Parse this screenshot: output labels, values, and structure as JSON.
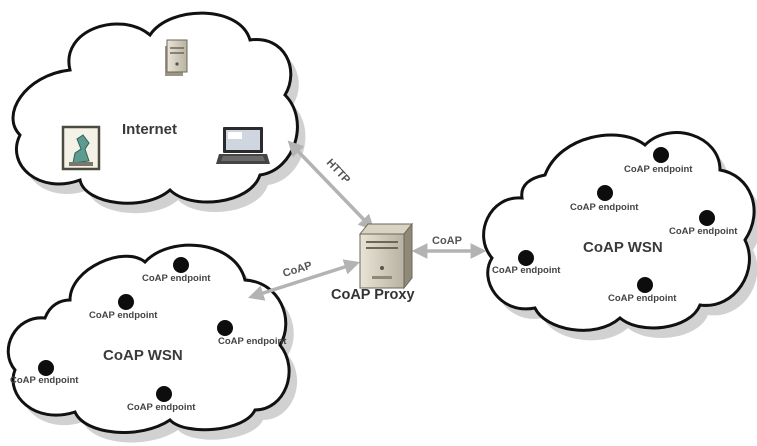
{
  "colors": {
    "cloud_fill": "#ffffff",
    "cloud_stroke": "#111111",
    "shadow": "#bdbdbd",
    "link_arrow": "#b3b3b3",
    "endpoint_dot": "#0d0d0d",
    "text": "#3a3a3a"
  },
  "internet": {
    "label": "Internet",
    "icons": [
      "server-icon",
      "robot-arm-picture-icon",
      "laptop-icon"
    ]
  },
  "proxy": {
    "label": "CoAP Proxy",
    "icon": "server-icon"
  },
  "links": {
    "internet_to_proxy": "HTTP",
    "proxy_to_right_wsn": "CoAP",
    "proxy_to_left_wsn": "CoAP"
  },
  "wsn_right": {
    "label": "CoAP WSN",
    "endpoints": [
      "CoAP endpoint",
      "CoAP endpoint",
      "CoAP endpoint",
      "CoAP endpoint",
      "CoAP endpoint"
    ]
  },
  "wsn_left": {
    "label": "CoAP WSN",
    "endpoints": [
      "CoAP endpoint",
      "CoAP endpoint",
      "CoAP endpoint",
      "CoAP endpoint",
      "CoAP endpoint"
    ]
  }
}
